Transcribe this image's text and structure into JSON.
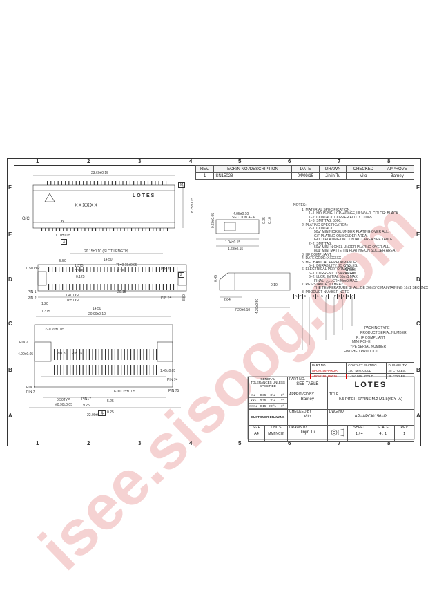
{
  "zones": {
    "columns": [
      "1",
      "2",
      "3",
      "4",
      "5",
      "6",
      "7",
      "8"
    ],
    "rows": [
      "F",
      "E",
      "D",
      "C",
      "B",
      "A"
    ]
  },
  "revision_table": {
    "headers": [
      "REV.",
      "ECR/N NO./DESCRIPTION",
      "DATE",
      "DRAWN",
      "CHECKED",
      "APPROVE"
    ],
    "rows": [
      [
        "1",
        "SN15028",
        "04/09/15",
        "Jinjin.Tu",
        "Vito",
        "Barney"
      ]
    ]
  },
  "top_view": {
    "width_dim": "23.60±0.15",
    "mark_text": "XXXXXX",
    "logo": "LOTES",
    "datum": "M",
    "oc_label": "O/C",
    "view_label": "A",
    "height_dim": "8.25±0.15",
    "pin1_dim": "1.10±0.05",
    "datum_x": "X"
  },
  "bottom_view": {
    "slot_length": "20.15±0.10 (SLOT LENGTH)",
    "dims": [
      "14.50",
      "5.50",
      "1.375",
      "0.50TYP",
      "0.375",
      "0.125",
      "75=0.15±0.05",
      "0.15",
      "1.20",
      "1.375",
      "1.40TYP",
      "0.65TYP",
      "14.50",
      "20.15"
    ],
    "pin_labels": [
      "PIN 75",
      "PIN 1",
      "PIN 2",
      "PIN 74"
    ],
    "datums": [
      "Z",
      "Y"
    ],
    "side_dim": "3.80"
  },
  "footprint": {
    "width_dim": "20.90±0.10",
    "dims": [
      "2−0.20±0.05",
      "4.90±0.05",
      "67=0.15±0.05",
      "5.25",
      "9.25",
      "22.00±0.10",
      "#0.90±0.05",
      "0.50TYP",
      "0.25",
      "1.45±0.05"
    ],
    "pin_labels": [
      "PIN 2",
      "PIN 8",
      "PIN 16",
      "PIN 1",
      "PIN 7",
      "PIN17",
      "PIN 74",
      "PIN 75"
    ],
    "datum_b": "B"
  },
  "section": {
    "label": "SECTION A−A",
    "dims": [
      "4.05±0.10",
      "1.04±0.15",
      "1.68±0.15",
      "0.60±0.05",
      "0.35",
      "0.10"
    ]
  },
  "side_view": {
    "dims": [
      "2.64",
      "7.20±0.10",
      "0.45",
      "4.20±0.50",
      "0.10"
    ]
  },
  "notes": {
    "title": "NOTES:",
    "lines": [
      "1. MATERIAL SPECIFICATION:",
      "1−1. HOUSING: LCP+40%GF, UL94V−0, COLOR: BLACK.",
      "1−2. CONTACT: COPPER ALLOY C1065.",
      "1−3. SMT TAB: 5000.",
      "2. PLATING SPECIFICATION:",
      "2−1. CONTACT:",
      "50u\" MIN.NICKEL UNDER PLATING OVER ALL.",
      "G/F PLATING ON SOLDER AREA.",
      "GOLD  PLATING ON CONTACT AREA:SEE TABLE",
      "2−2. SMT TAB:",
      "50u\" MIN. NICKEL UNDER PLATING OVER ALL.",
      "80u\" MIN. MATTE TIN PLATING ON SOLDER AREA.",
      "3. HF COMPLIANT.",
      "4. DATE CODE: XXXXXX",
      "5. MECHANICAL PERFORMANCE:",
      "5−1. DURABILITY: 25 CYCLES.",
      "6. ELECTRICAL PERFORMANCE:",
      "6−1. CURRENT: 0.5A PER PIN.",
      "6−2. LLCR: INITIAL 55mΩ MAX.",
      "FINAL: △LLCR=20mΩ MAX.",
      "7. RESISTANCE TO HEAT:",
      "THE TEMPERATURE SHALL BE 260±5°C MAINTAINING 10±1 SECONDS.",
      "8. PRODUCT NUMBER NOTE"
    ],
    "date_code_labels": [
      "DAY",
      "WEEK",
      "YEAR"
    ],
    "part_number_chars": [
      "A",
      "P",
      "C",
      "I",
      "0",
      "1",
      "5",
      "6",
      "-",
      "P",
      "0",
      "0",
      "1",
      "A"
    ],
    "part_number_labels": [
      "PACKING TYPE",
      "PRODUCT SERIAL NUMBER",
      "P:HF COMPLIANT",
      "MINI PCI−E",
      "TYPE SERIAL NUMBER",
      "FINISHED PRODUCT"
    ]
  },
  "part_table": {
    "headers": [
      "PART NO.",
      "CONTACT PLATING",
      "DURABILITY"
    ],
    "rows": [
      [
        "APCI0156−P002A",
        "10u\" MIN. GOLD",
        "25 CYCLES."
      ],
      [
        "APCI0156−P001A",
        "1−3u\" MIN. GOLD",
        "25 CYCLES."
      ]
    ]
  },
  "title_block": {
    "tolerance_header": "GENERAL TOLERANCES UNLESS SPECIFIED",
    "tolerances": [
      [
        "X±",
        "0.35",
        "X°±",
        "3°"
      ],
      [
        "XX±",
        "0.25",
        "X°±",
        "2°"
      ],
      [
        "XXX±",
        "0.15",
        "XX°±",
        "1°"
      ]
    ],
    "part_no_label": "PART NO.",
    "part_no_value": "SEE TABLE",
    "logo": "LOTES",
    "approved_label": "APPROVED BY",
    "approved_value": "Barney",
    "title_label": "TITLE",
    "title_value": "0.5 PITCH 67PINS M.2 M1.8(KEY−A)",
    "customer_label": "CUSTOMER DRAWING",
    "checked_label": "CHECKED BY",
    "checked_value": "Vito",
    "dwg_label": "DWG NO.",
    "dwg_value": "AP−APCI0156−P",
    "size_label": "SIZE",
    "size_value": "A4",
    "units_label": "UNITS",
    "units_value": "MM[INCH]",
    "drawn_label": "DRAWN BY",
    "drawn_value": "Jinjin.Tu",
    "sheet_label": "SHEET",
    "sheet_value": "1 / 4",
    "scale_label": "SCALE",
    "scale_value": "4 : 1",
    "rev_label": "REV",
    "rev_value": "1"
  },
  "watermark": {
    "text": "isee.sisoog.com",
    "color": "#f2c3c3"
  }
}
